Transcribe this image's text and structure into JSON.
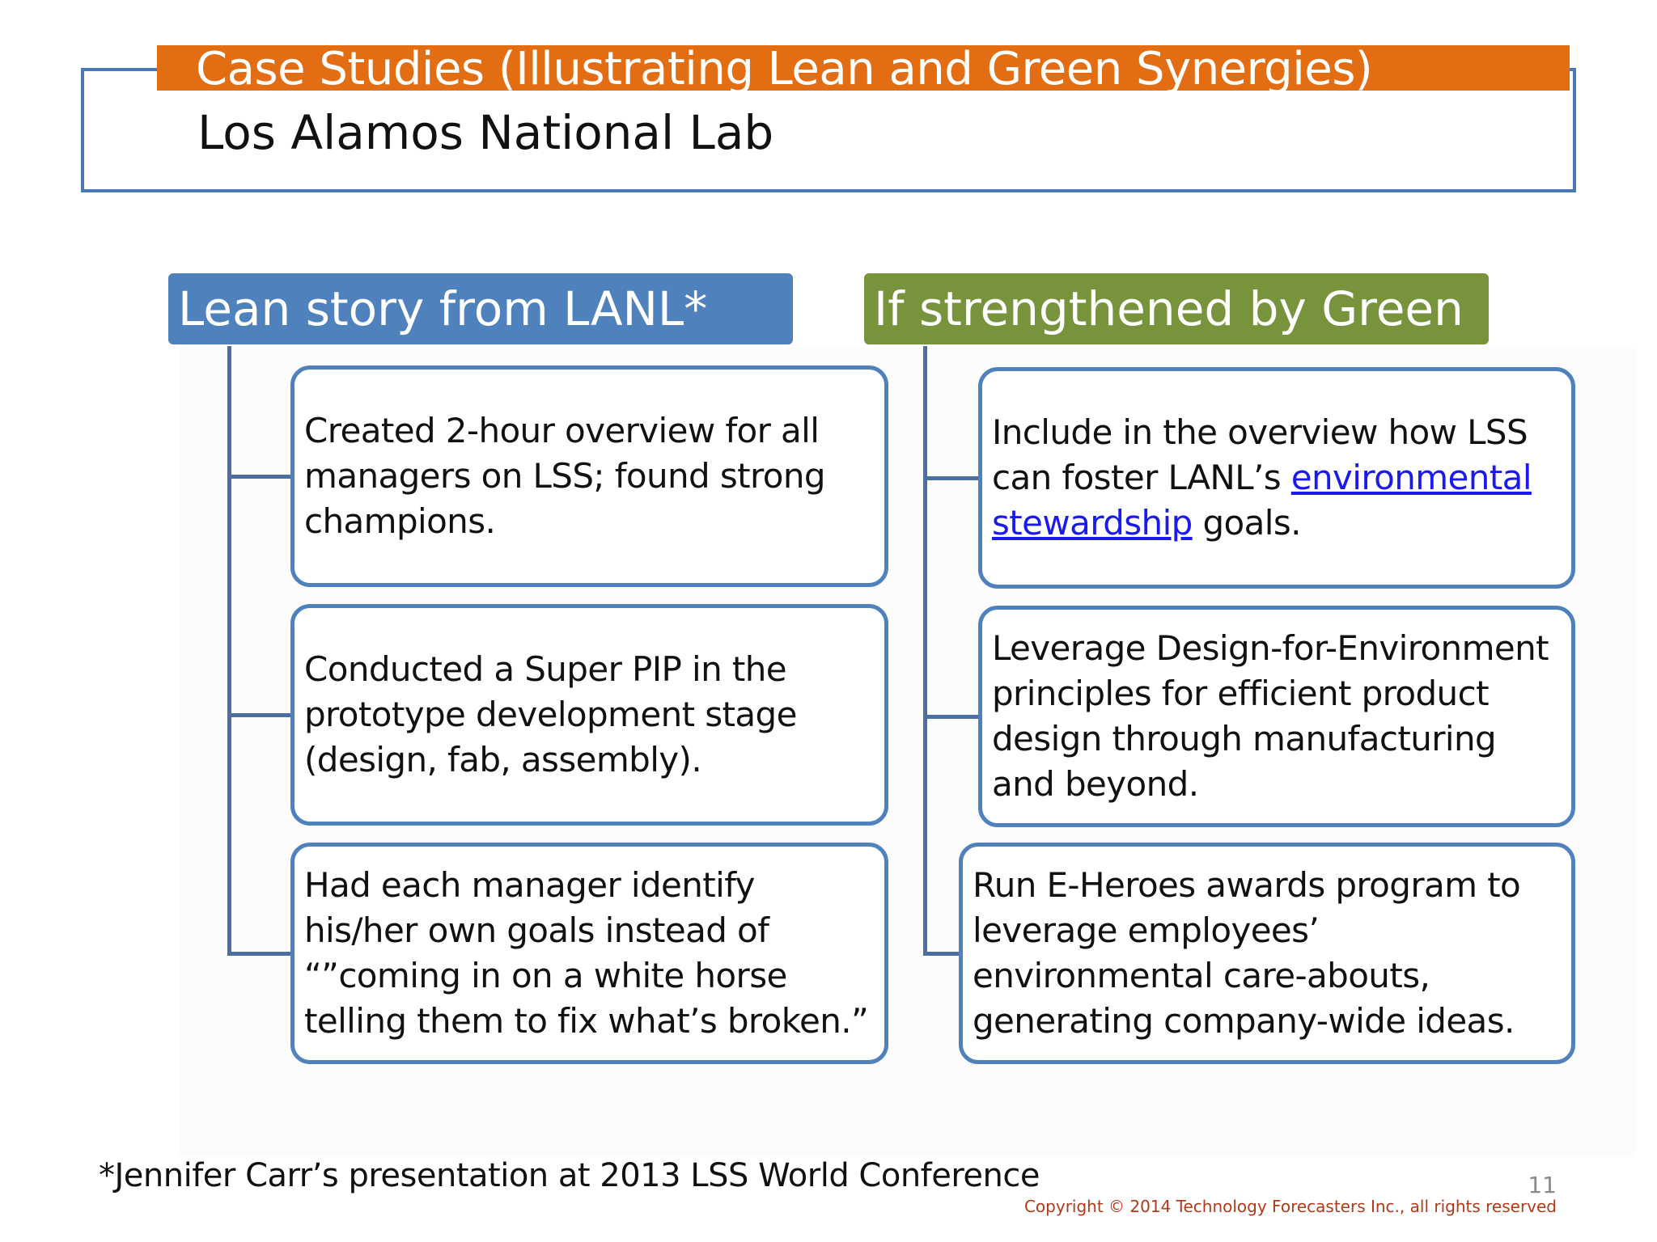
{
  "header": {
    "title": "Case Studies (Illustrating Lean and Green Synergies)",
    "subtitle": "Los Alamos National Lab"
  },
  "columns": {
    "lean": {
      "header": "Lean story from LANL*",
      "items": [
        "Created 2-hour overview for all managers on LSS; found strong champions.",
        "Conducted a Super PIP in the prototype development stage (design, fab, assembly).",
        "Had each manager identify his/her own goals instead of “”coming in on a white horse telling them to fix what’s broken.”"
      ]
    },
    "green": {
      "header": "If strengthened by Green",
      "item1": {
        "before": "Include in the overview how LSS can foster LANL’s ",
        "link": "environmental stewardship",
        "after": " goals."
      },
      "item2": "Leverage Design-for-Environment principles for efficient product design through manufacturing and beyond.",
      "item3": "Run E-Heroes awards program to leverage employees’ environmental care-abouts, generating company-wide ideas."
    }
  },
  "footer": {
    "footnote": "*Jennifer Carr’s presentation at 2013 LSS World Conference",
    "page_number": "11",
    "copyright": "Copyright © 2014 Technology Forecasters Inc., all rights reserved"
  },
  "colors": {
    "title_bar": "#e26d12",
    "lean_header": "#4f81bd",
    "green_header": "#77933c",
    "card_border": "#4f81bd",
    "link": "#1a1aee"
  }
}
